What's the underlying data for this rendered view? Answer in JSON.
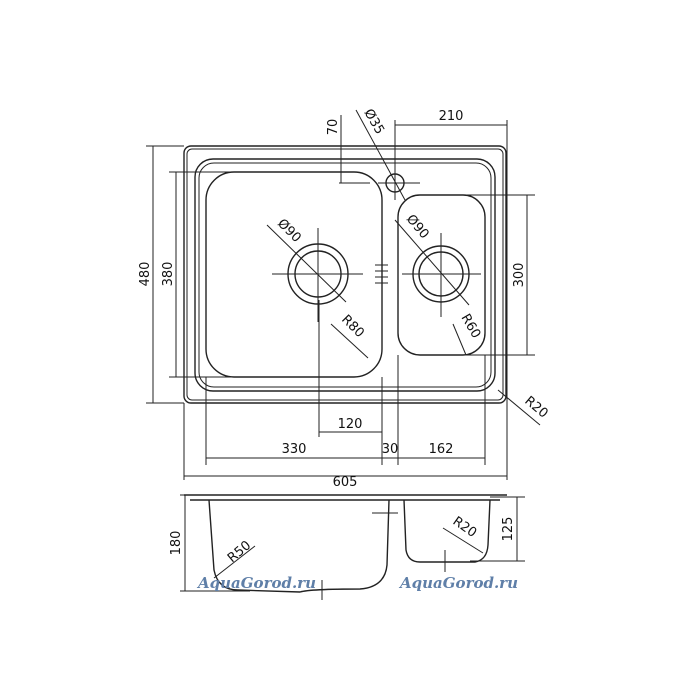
{
  "drawing": {
    "top_view": {
      "dims": {
        "overall_depth": "480",
        "bowl_depth_left": "380",
        "bowl_depth_right": "300",
        "tap_offset_right": "210",
        "tap_offset_top": "70",
        "tap_hole": "Ø35",
        "drain_left": "Ø90",
        "drain_right": "Ø90",
        "radius_left_bowl": "R80",
        "radius_right_bowl": "R60",
        "radius_corner": "R20",
        "drain_to_divider": "120",
        "left_bowl_width": "330",
        "divider_width": "30",
        "right_bowl_width": "162",
        "overall_width": "605"
      }
    },
    "side_view": {
      "dims": {
        "left_depth": "180",
        "right_depth": "125",
        "radius_left": "R50",
        "radius_right": "R20"
      }
    },
    "watermarks": [
      "AquaGorod.ru",
      "AquaGorod.ru"
    ]
  }
}
